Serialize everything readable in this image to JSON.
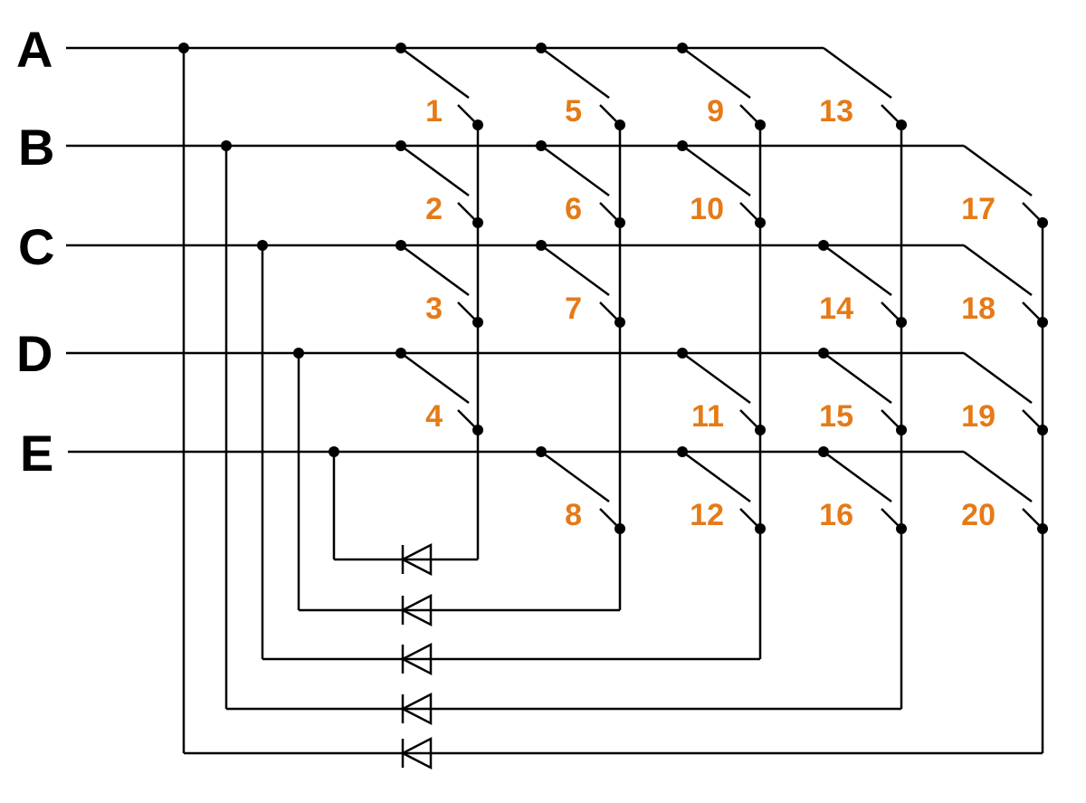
{
  "rows": [
    {
      "label": "A"
    },
    {
      "label": "B"
    },
    {
      "label": "C"
    },
    {
      "label": "D"
    },
    {
      "label": "E"
    }
  ],
  "switches": [
    {
      "label": "1"
    },
    {
      "label": "2"
    },
    {
      "label": "3"
    },
    {
      "label": "4"
    },
    {
      "label": "5"
    },
    {
      "label": "6"
    },
    {
      "label": "7"
    },
    {
      "label": "8"
    },
    {
      "label": "9"
    },
    {
      "label": "10"
    },
    {
      "label": "11"
    },
    {
      "label": "12"
    },
    {
      "label": "13"
    },
    {
      "label": "14"
    },
    {
      "label": "15"
    },
    {
      "label": "16"
    },
    {
      "label": "17"
    },
    {
      "label": "18"
    },
    {
      "label": "19"
    },
    {
      "label": "20"
    }
  ],
  "colors": {
    "wire": "#000000",
    "switch_label": "#E57A17",
    "background": "#FFFFFF"
  }
}
